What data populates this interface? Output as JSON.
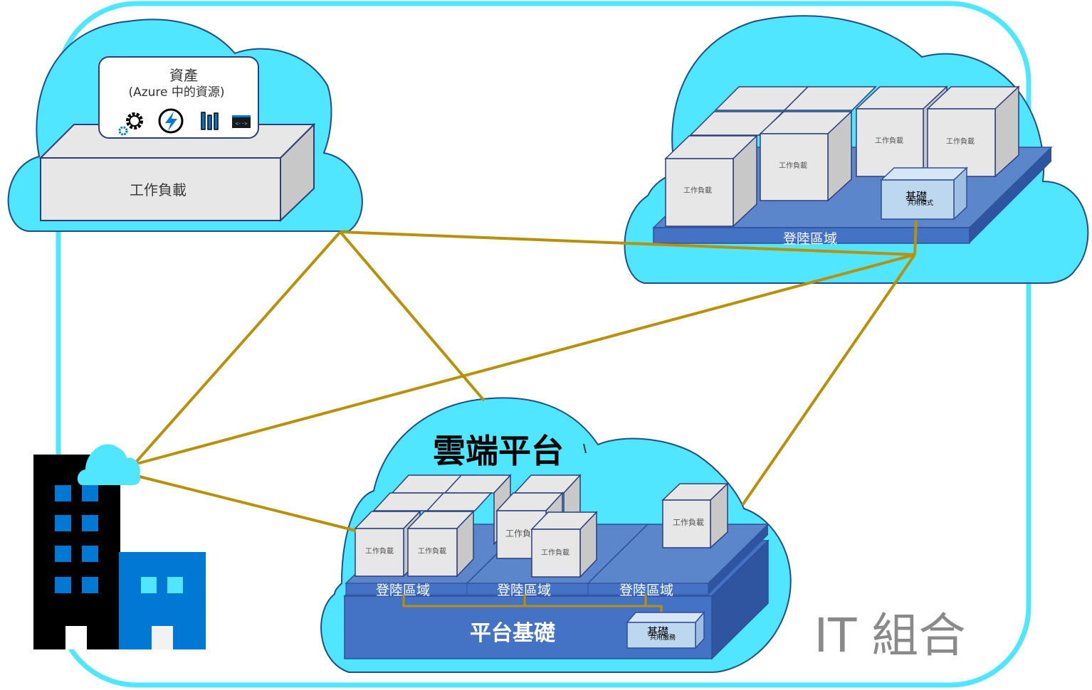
{
  "portfolio": {
    "label": "IT 組合"
  },
  "assets": {
    "title": "資產",
    "subtitle": "(Azure 中的資源)",
    "icons": [
      "gear-icon",
      "function-icon",
      "storage-icon",
      "console-icon"
    ]
  },
  "workload_label": "工作負載",
  "workload_small": "工作負載",
  "landing_zone_label": "登陸區域",
  "foundation_label": "基礎",
  "foundation_sub_top": "共用模式",
  "foundation_sub_bottom": "共用服務",
  "cloud_platform": {
    "title": "雲端平台",
    "foundation_title": "平台基礎"
  },
  "colors": {
    "cloud": "#50e6ff",
    "connector": "#b8900a",
    "platform_blue": "#4472c4",
    "foundation_light": "#bdd7ee",
    "box_face": "#e7e7e8",
    "building_dark": "#000000",
    "building_blue": "#0078d4"
  }
}
